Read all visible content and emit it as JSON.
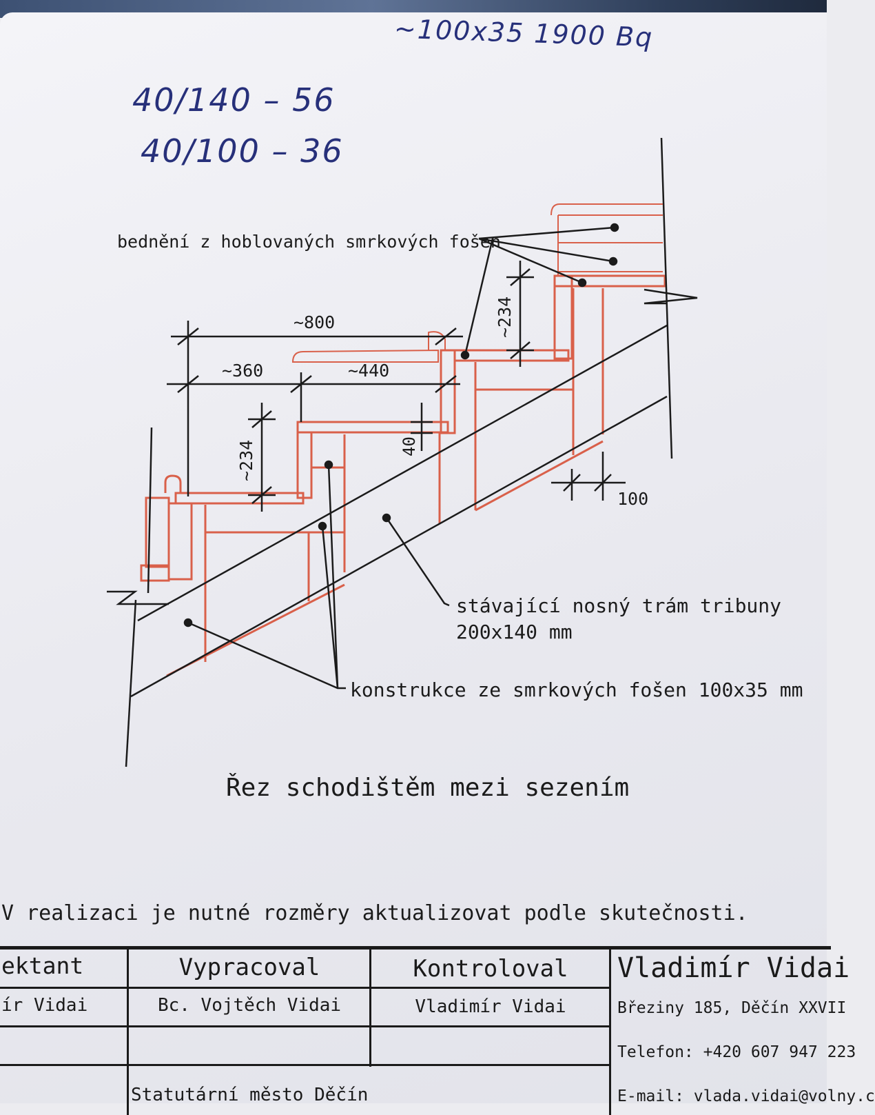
{
  "handwritten": {
    "top_right": "~100x35  1900 Bq",
    "line1": "40/140 – 56",
    "line2": "40/100 – 36"
  },
  "drawing": {
    "label_bedneni": "bednění z hoblovaných smrkových fošen",
    "label_tram_line1": "stávající nosný trám tribuny",
    "label_tram_line2": "200x140 mm",
    "label_konstrukce": "konstrukce ze smrkových fošen 100x35 mm",
    "dim_800": "~800",
    "dim_360": "~360",
    "dim_440": "~440",
    "dim_234_left": "~234",
    "dim_234_right": "~234",
    "dim_40": "40",
    "dim_100": "100",
    "title": "Řez schodištěm mezi sezením",
    "colors": {
      "timber": "#d9604a",
      "ink": "#1b1b1b"
    }
  },
  "note": "V realizaci je nutné rozměry aktualizovat podle skutečnosti.",
  "title_block": {
    "col1_header": "ektant",
    "col1_value": "ír Vidai",
    "col2_header": "Vypracoval",
    "col2_value": "Bc. Vojtěch Vidai",
    "col3_header": "Kontroloval",
    "col3_value": "Vladimír Vidai",
    "company_name": "Vladimír Vidai",
    "address": "Březiny 185, Děčín XXVII",
    "phone": "Telefon: +420 607 947 223",
    "email": "E-mail: vlada.vidai@volny.c",
    "bottom_left": "Statutární město Děčín"
  }
}
